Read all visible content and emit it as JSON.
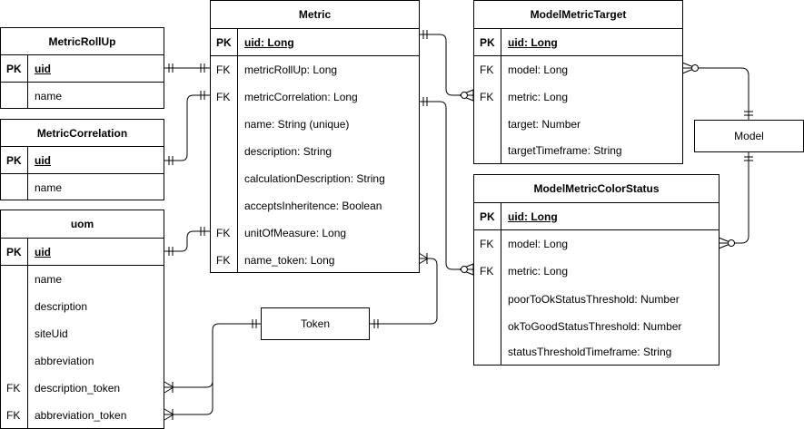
{
  "entities": {
    "metric_rollup": {
      "title": "MetricRollUp",
      "rows": [
        {
          "key": "PK",
          "field": "uid"
        },
        {
          "key": "",
          "field": "name"
        }
      ]
    },
    "metric_correlation": {
      "title": "MetricCorrelation",
      "rows": [
        {
          "key": "PK",
          "field": "uid"
        },
        {
          "key": "",
          "field": "name"
        }
      ]
    },
    "uom": {
      "title": "uom",
      "rows": [
        {
          "key": "PK",
          "field": "uid"
        },
        {
          "key": "",
          "field": "name"
        },
        {
          "key": "",
          "field": "description"
        },
        {
          "key": "",
          "field": "siteUid"
        },
        {
          "key": "",
          "field": "abbreviation"
        },
        {
          "key": "FK",
          "field": "description_token"
        },
        {
          "key": "FK",
          "field": "abbreviation_token"
        }
      ]
    },
    "metric": {
      "title": "Metric",
      "rows": [
        {
          "key": "PK",
          "field": "uid: Long"
        },
        {
          "key": "FK",
          "field": "metricRollUp: Long"
        },
        {
          "key": "FK",
          "field": "metricCorrelation: Long"
        },
        {
          "key": "",
          "field": "name: String (unique)"
        },
        {
          "key": "",
          "field": "description: String"
        },
        {
          "key": "",
          "field": "calculationDescription: String"
        },
        {
          "key": "",
          "field": "acceptsInheritence: Boolean"
        },
        {
          "key": "FK",
          "field": "unitOfMeasure: Long"
        },
        {
          "key": "FK",
          "field": "name_token: Long"
        }
      ]
    },
    "model_metric_target": {
      "title": "ModelMetricTarget",
      "rows": [
        {
          "key": "PK",
          "field": "uid: Long"
        },
        {
          "key": "FK",
          "field": "model: Long"
        },
        {
          "key": "FK",
          "field": "metric: Long"
        },
        {
          "key": "",
          "field": "target: Number"
        },
        {
          "key": "",
          "field": "targetTimeframe: String"
        }
      ]
    },
    "model_metric_color_status": {
      "title": "ModelMetricColorStatus",
      "rows": [
        {
          "key": "PK",
          "field": "uid: Long"
        },
        {
          "key": "FK",
          "field": "model: Long"
        },
        {
          "key": "FK",
          "field": "metric: Long"
        },
        {
          "key": "",
          "field": "poorToOkStatusThreshold: Number"
        },
        {
          "key": "",
          "field": "okToGoodStatusThreshold: Number"
        },
        {
          "key": "",
          "field": "statusThresholdTimeframe: String"
        }
      ]
    }
  },
  "simple_entities": {
    "model": {
      "label": "Model"
    },
    "token": {
      "label": "Token"
    }
  },
  "relationships": [
    {
      "id": "metric-rollup",
      "from": "Metric.metricRollUp",
      "to": "MetricRollUp.uid",
      "from_end": "one-mandatory",
      "to_end": "one-mandatory"
    },
    {
      "id": "metric-correlation",
      "from": "Metric.metricCorrelation",
      "to": "MetricCorrelation.uid",
      "from_end": "one-mandatory",
      "to_end": "one-mandatory"
    },
    {
      "id": "metric-uom",
      "from": "Metric.unitOfMeasure",
      "to": "uom.uid",
      "from_end": "one-mandatory",
      "to_end": "one-mandatory"
    },
    {
      "id": "metric-target",
      "from": "Metric.uid",
      "to": "ModelMetricTarget.metric",
      "from_end": "one-mandatory",
      "to_end": "many-optional"
    },
    {
      "id": "metric-colorstatus",
      "from": "Metric.uid",
      "to": "ModelMetricColorStatus.metric",
      "from_end": "one-mandatory",
      "to_end": "many-optional"
    },
    {
      "id": "model-target",
      "from": "Model",
      "to": "ModelMetricTarget.model",
      "from_end": "one-mandatory",
      "to_end": "many-optional"
    },
    {
      "id": "model-colorstatus",
      "from": "Model",
      "to": "ModelMetricColorStatus.model",
      "from_end": "one-mandatory",
      "to_end": "many-optional"
    },
    {
      "id": "token-metric",
      "from": "Token",
      "to": "Metric.name_token",
      "from_end": "one-mandatory",
      "to_end": "many-mandatory"
    },
    {
      "id": "token-uom-desc",
      "from": "Token",
      "to": "uom.description_token",
      "from_end": "one-mandatory",
      "to_end": "many-mandatory"
    },
    {
      "id": "token-uom-abbr",
      "from": "Token",
      "to": "uom.abbreviation_token",
      "from_end": "one-mandatory",
      "to_end": "many-mandatory"
    }
  ]
}
